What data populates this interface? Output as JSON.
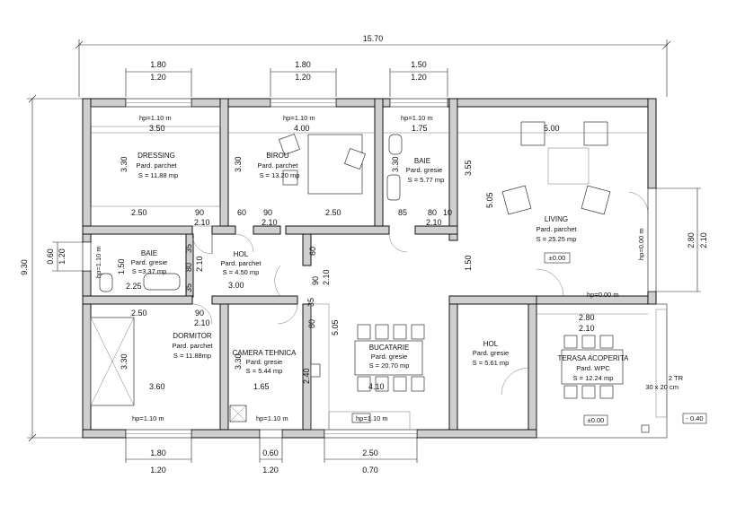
{
  "overall": {
    "width": "15.70",
    "height": "9.30"
  },
  "top_windows": [
    {
      "w": "1.80",
      "h": "1.20"
    },
    {
      "w": "1.80",
      "h": "1.20"
    },
    {
      "w": "1.50",
      "h": "1.20"
    }
  ],
  "bottom_windows": [
    {
      "w": "1.80",
      "h": "1.20"
    },
    {
      "w": "0.60",
      "h": "1.20"
    },
    {
      "w": "2.50",
      "h": "0.70"
    }
  ],
  "left_window": {
    "w": "0.60",
    "h": "1.20"
  },
  "right_window": {
    "w": "2.80",
    "h": "2.10"
  },
  "rooms": {
    "dressing": {
      "name": "DRESSING",
      "floor": "Pard. parchet",
      "area": "S = 11.88 mp"
    },
    "birou": {
      "name": "BIROU",
      "floor": "Pard. parchet",
      "area": "S = 13.20 mp"
    },
    "baie1": {
      "name": "BAIE",
      "floor": "Pard. gresie",
      "area": "S = 5.77 mp"
    },
    "living": {
      "name": "LIVING",
      "floor": "Pard. parchet",
      "area": "S = 25.25 mp"
    },
    "baie2": {
      "name": "BAIE",
      "floor": "Pard. gresie",
      "area": "S =3.37 mp"
    },
    "hol1": {
      "name": "HOL",
      "floor": "Pard. parchet",
      "area": "S = 4.50 mp"
    },
    "dormitor": {
      "name": "DORMITOR",
      "floor": "Pard. parchet",
      "area": "S = 11.88mp"
    },
    "camera": {
      "name": "CAMERA TEHNICA",
      "floor": "Pard. gresie",
      "area": "S = 5.44 mp"
    },
    "bucatarie": {
      "name": "BUCATARIE",
      "floor": "Pard. gresie",
      "area": "S = 20.70 mp"
    },
    "hol2": {
      "name": "HOL",
      "floor": "Pard. gresie",
      "area": "S = 5.61 mp"
    },
    "terasa": {
      "name": "TERASA ACOPERITA",
      "floor": "Pard. WPC",
      "area": "S = 12.24 mp"
    }
  },
  "dims": {
    "hp110": "hp=1.10 m",
    "hp000": "hp=0.00 m",
    "hp110b": "hp=1.10 m",
    "d350": "3.50",
    "d400": "4.00",
    "d175": "1.75",
    "d500": "5.00",
    "d330": "3.30",
    "d355": "3.55",
    "d505": "5.05",
    "d150": "1.50",
    "d250": "2.50",
    "d90": "90",
    "d210": "2.10",
    "d60": "60",
    "d85": "85",
    "d80": "80",
    "d10": "10",
    "d35": "35",
    "d225": "2.25",
    "d300": "3.00",
    "d360": "3.60",
    "d165": "1.65",
    "d240": "2.40",
    "d410": "4.10",
    "d280": "2.80",
    "d230": "2.10"
  },
  "levels": {
    "zero": "±0.00",
    "minus": "- 0.40"
  },
  "stairs": {
    "label": "2 TR",
    "size": "30 x 20 cm"
  }
}
